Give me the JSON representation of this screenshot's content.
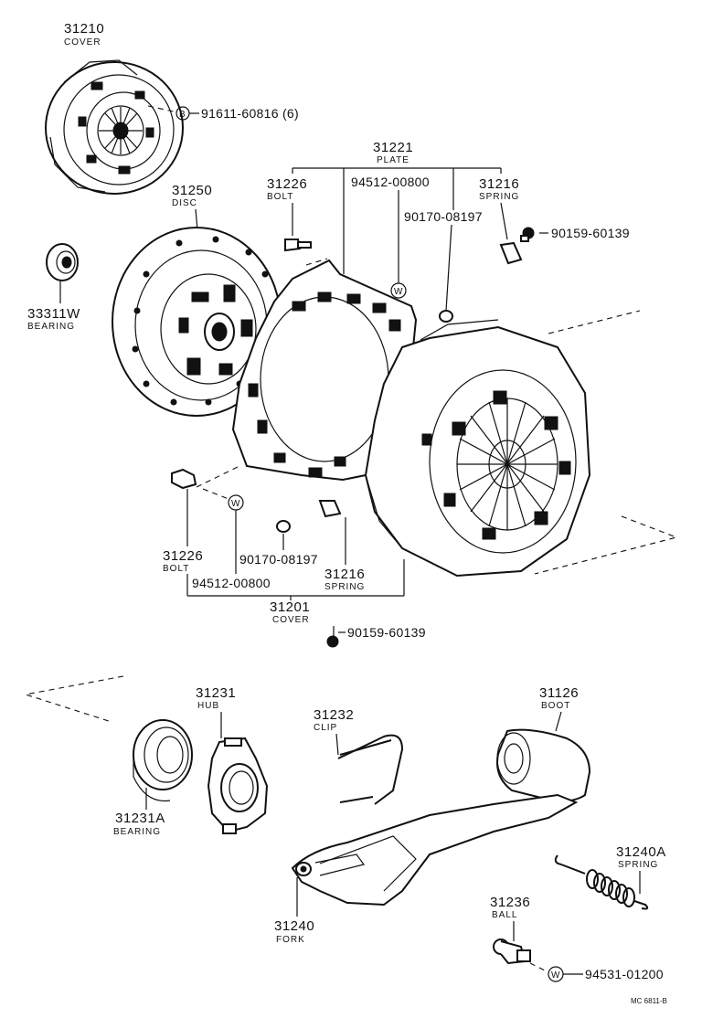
{
  "parts": {
    "cover_top": {
      "number": "31210",
      "name": "COVER"
    },
    "bolt_ref_top": {
      "marker": "B",
      "code": "91611-60816 (6)"
    },
    "plate": {
      "number": "31221",
      "name": "PLATE"
    },
    "bolt_right": {
      "number": "31226",
      "name": "BOLT"
    },
    "washer_ref_right": "94512-00800",
    "spring_right": {
      "number": "31216",
      "name": "SPRING"
    },
    "nut_ref_right": "90170-08197",
    "screw_ref_right": "90159-60139",
    "disc": {
      "number": "31250",
      "name": "DISC"
    },
    "bearing_left": {
      "number": "33311W",
      "name": "BEARING"
    },
    "washer_marker": "W",
    "bolt_left": {
      "number": "31226",
      "name": "BOLT"
    },
    "nut_ref_left": "90170-08197",
    "washer_ref_left": "94512-00800",
    "spring_left": {
      "number": "31216",
      "name": "SPRING"
    },
    "cover_main": {
      "number": "31201",
      "name": "COVER"
    },
    "screw_ref_bottom": "90159-60139",
    "hub": {
      "number": "31231",
      "name": "HUB"
    },
    "bearing_hub": {
      "number": "31231A",
      "name": "BEARING"
    },
    "clip": {
      "number": "31232",
      "name": "CLIP"
    },
    "boot": {
      "number": "31126",
      "name": "BOOT"
    },
    "spring_fork": {
      "number": "31240A",
      "name": "SPRING"
    },
    "ball": {
      "number": "31236",
      "name": "BALL"
    },
    "fork": {
      "number": "31240",
      "name": "FORK"
    },
    "ball_washer_ref": "94531-01200",
    "figure_code": "MC 6811-B"
  }
}
